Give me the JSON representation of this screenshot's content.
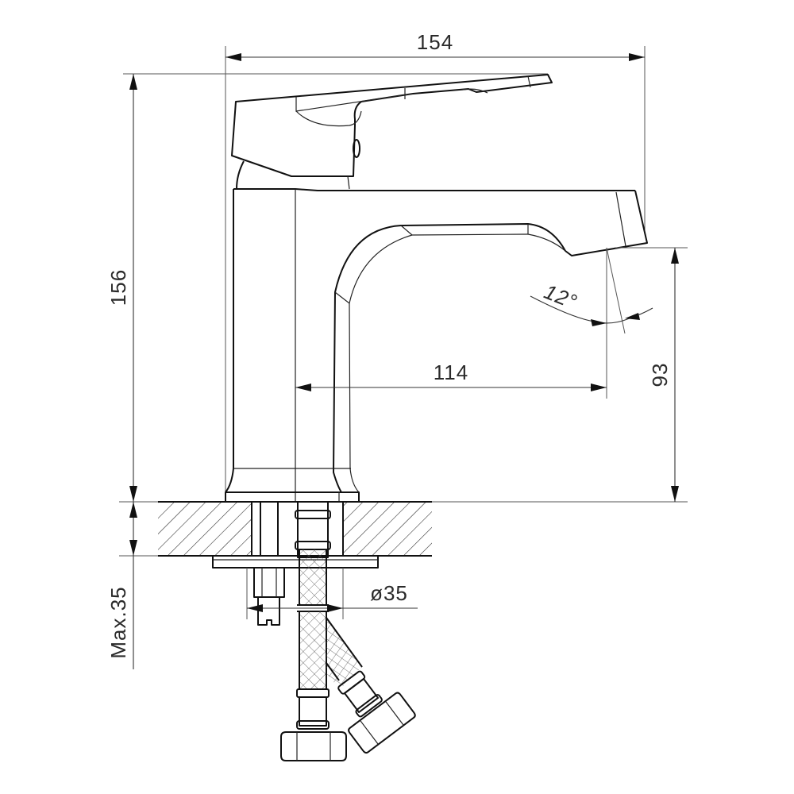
{
  "drawing": {
    "subject": "Single-lever basin mixer faucet — side elevation with installation section",
    "stroke_color": "#111111",
    "background": "#ffffff"
  },
  "dimensions": {
    "overall_width": "154",
    "overall_height": "156",
    "spout_reach": "114",
    "spout_height": "93",
    "spout_angle": "12°",
    "mount_hole_diameter": "ø35",
    "max_deck_thickness": "Max.35"
  }
}
